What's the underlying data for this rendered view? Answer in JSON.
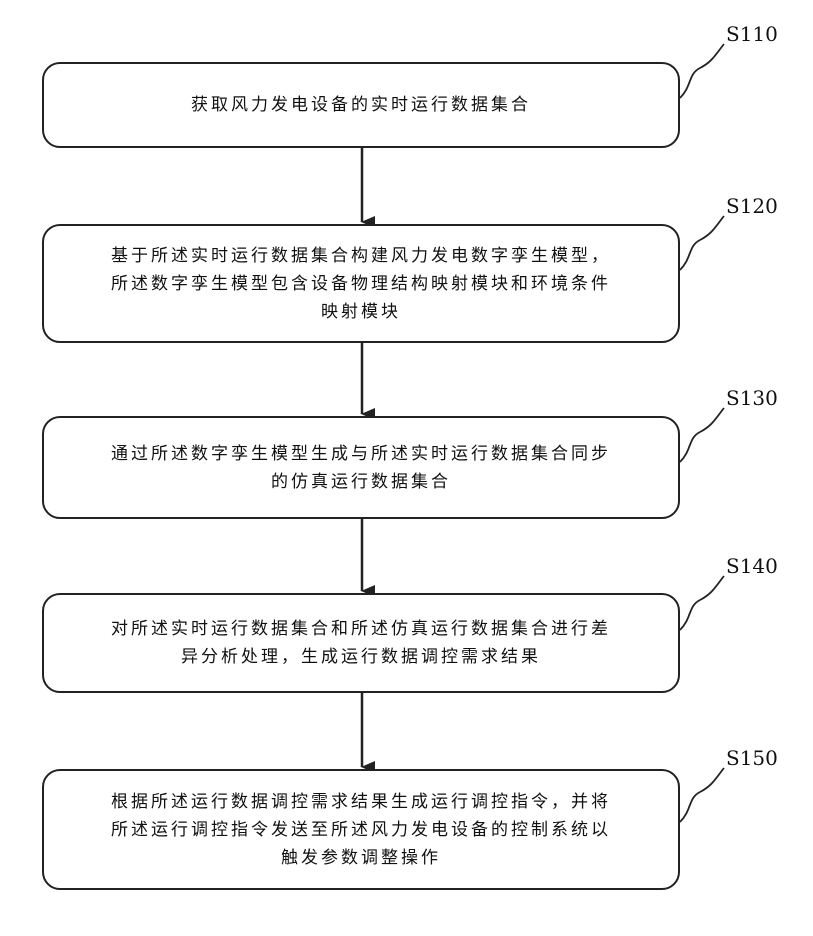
{
  "steps": [
    {
      "label": "S110",
      "text": "获取风力发电设备的实时运行数据集合"
    },
    {
      "label": "S120",
      "text": "基于所述实时运行数据集合构建风力发电数字孪生模型，\n所述数字孪生模型包含设备物理结构映射模块和环境条件\n映射模块"
    },
    {
      "label": "S130",
      "text": "通过所述数字孪生模型生成与所述实时运行数据集合同步\n的仿真运行数据集合"
    },
    {
      "label": "S140",
      "text": "对所述实时运行数据集合和所述仿真运行数据集合进行差\n异分析处理，生成运行数据调控需求结果"
    },
    {
      "label": "S150",
      "text": "根据所述运行数据调控需求结果生成运行调控指令，并将\n所述运行调控指令发送至所述风力发电设备的控制系统以\n触发参数调整操作"
    }
  ]
}
